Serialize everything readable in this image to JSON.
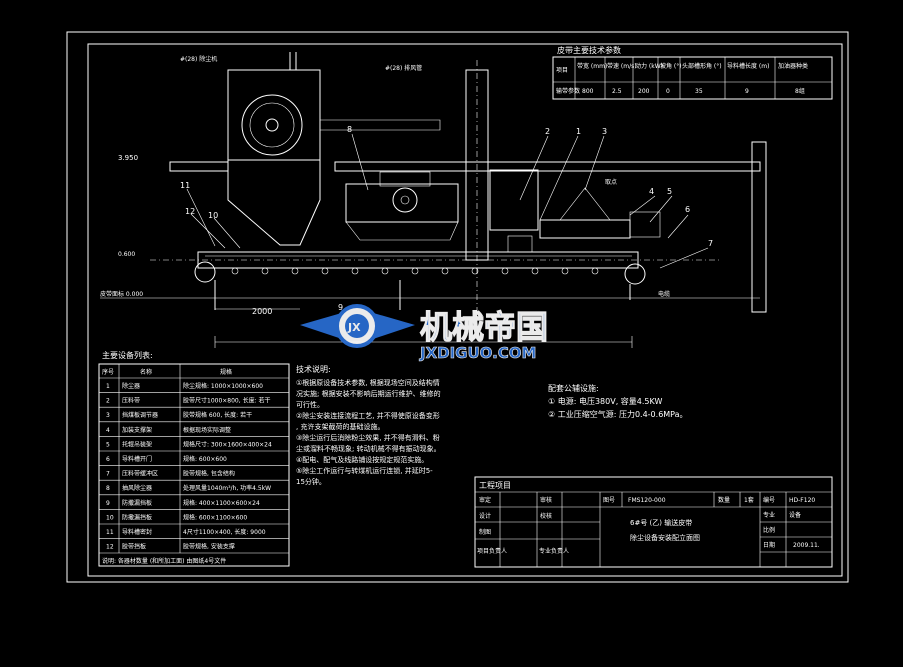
{
  "drawing": {
    "callouts": {
      "dust_collector": "#(28) 除尘机",
      "exhaust_pipe": "#(28) 排风管",
      "level_390": "3.950",
      "level_0600": "0.600",
      "belt_label": "皮带面标 0.000",
      "dim_2000": "2000",
      "item_numbers": [
        "1",
        "2",
        "3",
        "4",
        "5",
        "6",
        "7",
        "8",
        "9",
        "10",
        "11",
        "12"
      ],
      "material_point": "取点",
      "cable_note": "电缆"
    }
  },
  "belt_params": {
    "title": "皮带主要技术参数",
    "headers": [
      "项目",
      "带宽 (mm)",
      "带速 (m/s)",
      "动力 (kW)",
      "坡角 (°)",
      "头部槽形角 (°)",
      "导料槽长度 (m)",
      "加油器种类"
    ],
    "row": [
      "输带参数",
      "800",
      "2.5",
      "200",
      "0",
      "35",
      "9",
      "8组"
    ]
  },
  "equipment_table": {
    "title": "主要设备列表:",
    "headers": [
      "序号",
      "名称",
      "规格"
    ],
    "rows": [
      [
        "1",
        "除尘器",
        "除尘规格: 1000×1000×600"
      ],
      [
        "2",
        "压料带",
        "胶带尺寸1000×800, 长度: 若干"
      ],
      [
        "3",
        "挡煤板调节器",
        "胶带规格 600, 长度: 若干"
      ],
      [
        "4",
        "加装支撑架",
        "根据现场实际调整"
      ],
      [
        "5",
        "托辊吊装架",
        "规格尺寸: 300×1600×400×24"
      ],
      [
        "6",
        "导料槽开门",
        "规格: 600×600"
      ],
      [
        "7",
        "压料带缓冲区",
        "胶带规格, 包含结构"
      ],
      [
        "8",
        "抽风除尘器",
        "处理风量1040m³/h, 功率4.5kW"
      ],
      [
        "9",
        "防撒漏挡板",
        "规格: 400×1100×600×24"
      ],
      [
        "10",
        "防撒漏挡板",
        "规格: 600×1100×600"
      ],
      [
        "11",
        "导料槽密封",
        "4尺寸1100×400, 长度: 9000"
      ],
      [
        "12",
        "胶带挡板",
        "胶带规格, 安装支撑"
      ]
    ],
    "note": "说明: 各器材数量 (和所加工面) 由图纸4号文件"
  },
  "tech_notes": {
    "title": "技术说明:",
    "items": [
      "①根据原设备技术参数, 根据现场空间及结构情况实施; 根据安装不影响后期运行维护、维修的可行性。",
      "②除尘安装连接流程工艺, 并不得使原设备变形, 充许支架截荷的基础设施。",
      "③除尘运行后消除粉尘效果, 并不得有滑料、粉尘或溜料不畅现象; 转动机械不得有振动现象。",
      "④配电、配气及线路铺设按规定规范实施。",
      "⑤除尘工作运行与转煤机运行连锁, 并延时5-15分钟。"
    ]
  },
  "utilities": {
    "title": "配套公辅设施:",
    "items": [
      "① 电源: 电压380V, 容量4.5KW",
      "② 工业压缩空气源: 压力0.4-0.6MPa。"
    ]
  },
  "title_block": {
    "project": "工程项目",
    "review": "审定",
    "check": "审核",
    "design": "设计",
    "proofread": "校核",
    "draw": "制图",
    "drawing_no_label": "图号",
    "drawing_no": "FMS120-000",
    "quantity_label": "数量",
    "quantity": "1套",
    "serial_label": "编号",
    "serial": "HD-F120",
    "major_label": "专业",
    "major": "设备",
    "scale_label": "比例",
    "date_label": "日期",
    "date": "2009.11.",
    "proj_leader": "项目负责人",
    "spec_leader": "专业负责人",
    "drawing_title_1": "6#号 (乙) 输送皮带",
    "drawing_title_2": "除尘设备安装配立面图"
  },
  "watermark": {
    "brand_cn": "机械帝国",
    "brand_en": "JXDIGUO.COM",
    "logo_letters": "JX"
  },
  "colors": {
    "background": "#000000",
    "line": "#ffffff",
    "watermark_blue": "#2a6fd6"
  }
}
